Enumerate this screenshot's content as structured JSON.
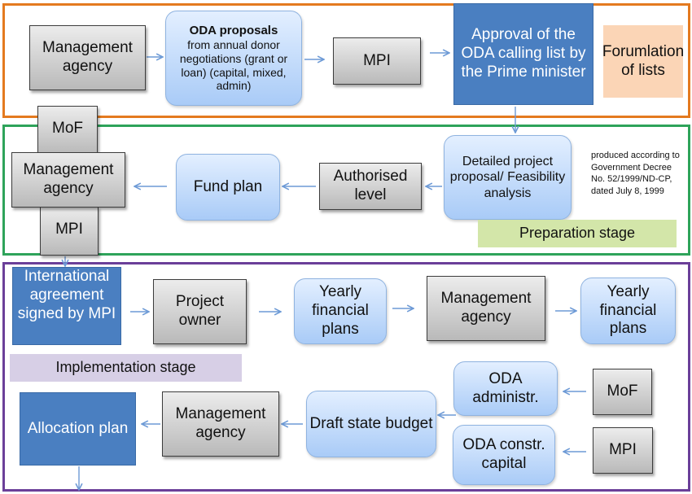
{
  "formulation": {
    "management_agency": "Management agency",
    "oda_title": "ODA proposals",
    "oda_body": "from annual donor negotiations (grant or loan) (capital, mixed, admin)",
    "mpi": "MPI",
    "approval": "Approval of the ODA calling list by the Prime minister",
    "label": "Forumlation of lists"
  },
  "preparation": {
    "mof": "MoF",
    "management_agency": "Management agency",
    "mpi": "MPI",
    "fund_plan": "Fund plan",
    "authorised_level": "Authorised level",
    "detailed_proposal": "Detailed project proposal/ Feasibility analysis",
    "note": "produced according to Government Decree No. 52/1999/ND-CP, dated July 8, 1999",
    "label": "Preparation stage"
  },
  "implementation": {
    "international_agreement": "International agreement signed by MPI",
    "project_owner": "Project owner",
    "yearly_plans_1": "Yearly financial plans",
    "management_agency_1": "Management agency",
    "yearly_plans_2": "Yearly financial plans",
    "label": "Implementation stage",
    "oda_admin": "ODA administr.",
    "mof": "MoF",
    "oda_constr": "ODA constr. capital",
    "mpi": "MPI",
    "draft_budget": "Draft state budget",
    "management_agency_2": "Management agency",
    "allocation_plan": "Allocation plan"
  },
  "colors": {
    "formulation_border": "#e47a1f",
    "preparation_border": "#2ea35a",
    "implementation_border": "#6b3f99",
    "arrow": "#6d9ad6",
    "dark_box": "#4a7fc1"
  }
}
